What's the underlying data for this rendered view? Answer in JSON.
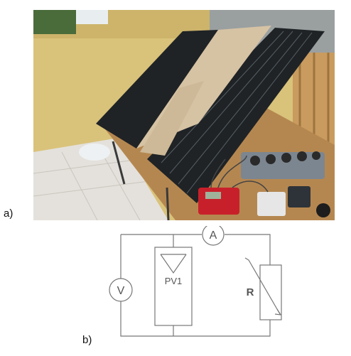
{
  "panel_a": {
    "label": "a)"
  },
  "panel_b": {
    "label": "b)"
  },
  "circuit": {
    "ammeter": "A",
    "voltmeter": "V",
    "pv_module": "PV1",
    "resistor": "R"
  },
  "colors": {
    "wall": "#d9c27a",
    "floor": "#e4e1dc",
    "panel": "#1f2326",
    "cardboard": "#d6c3a4",
    "wood": "#c99b5e",
    "multimeter": "#c8202a",
    "wire": "#555555"
  }
}
